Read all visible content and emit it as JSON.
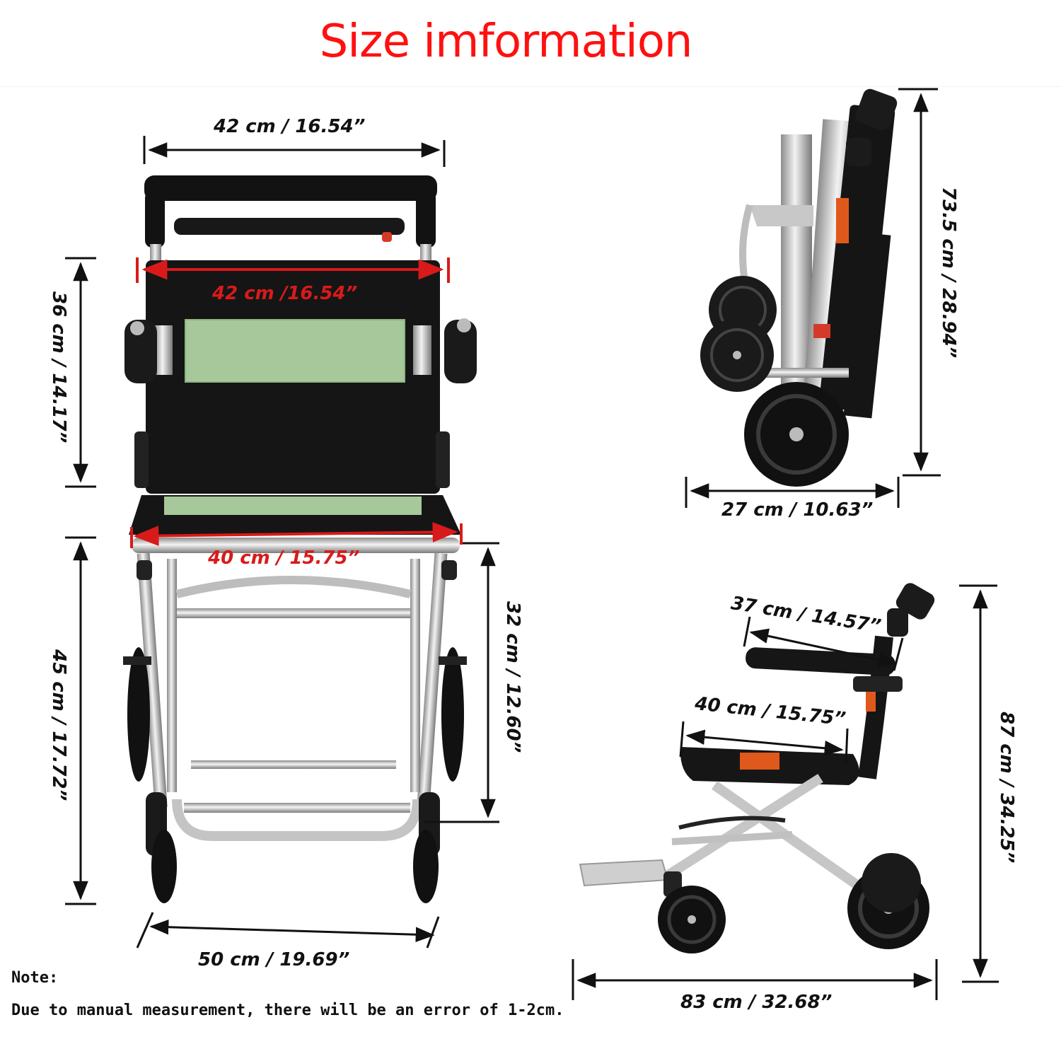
{
  "title": "Size imformation",
  "dimensions": {
    "front_top_width": "42 cm / 16.54”",
    "front_back_width": "42 cm /16.54”",
    "front_back_height": "36 cm / 14.17”",
    "front_seat_width": "40 cm / 15.75”",
    "front_seat_height": "45 cm / 17.72”",
    "front_seat_depth_drop": "32 cm / 12.60”",
    "front_base_width": "50 cm / 19.69”",
    "folded_height": "73.5 cm / 28.94”",
    "folded_width": "27 cm / 10.63”",
    "side_armrest_length": "37 cm / 14.57”",
    "side_seat_depth": "40 cm / 15.75”",
    "side_total_height": "87 cm / 34.25”",
    "side_total_length": "83 cm / 32.68”"
  },
  "note": {
    "label": "Note:",
    "text": "Due to manual measurement, there will be an error of 1-2cm."
  },
  "colors": {
    "title": "#ff1010",
    "red_dimension": "#d91a1a",
    "frame": "#b8b8b8",
    "fabric": "#151515",
    "mesh": "#a7c89a",
    "accent": "#e0591c"
  }
}
